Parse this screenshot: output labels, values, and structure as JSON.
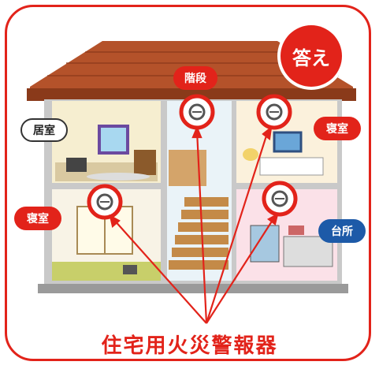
{
  "badge": {
    "text": "答え"
  },
  "rooms": {
    "living_room": "居室",
    "stairs": "階段",
    "bedroom_upper": "寝室",
    "bedroom_lower": "寝室",
    "kitchen": "台所"
  },
  "caption": "住宅用火災警報器",
  "colors": {
    "accent_red": "#e2231a",
    "accent_blue": "#1d5aa8",
    "roof": "#b4522a",
    "wall": "#c9c9c9"
  }
}
